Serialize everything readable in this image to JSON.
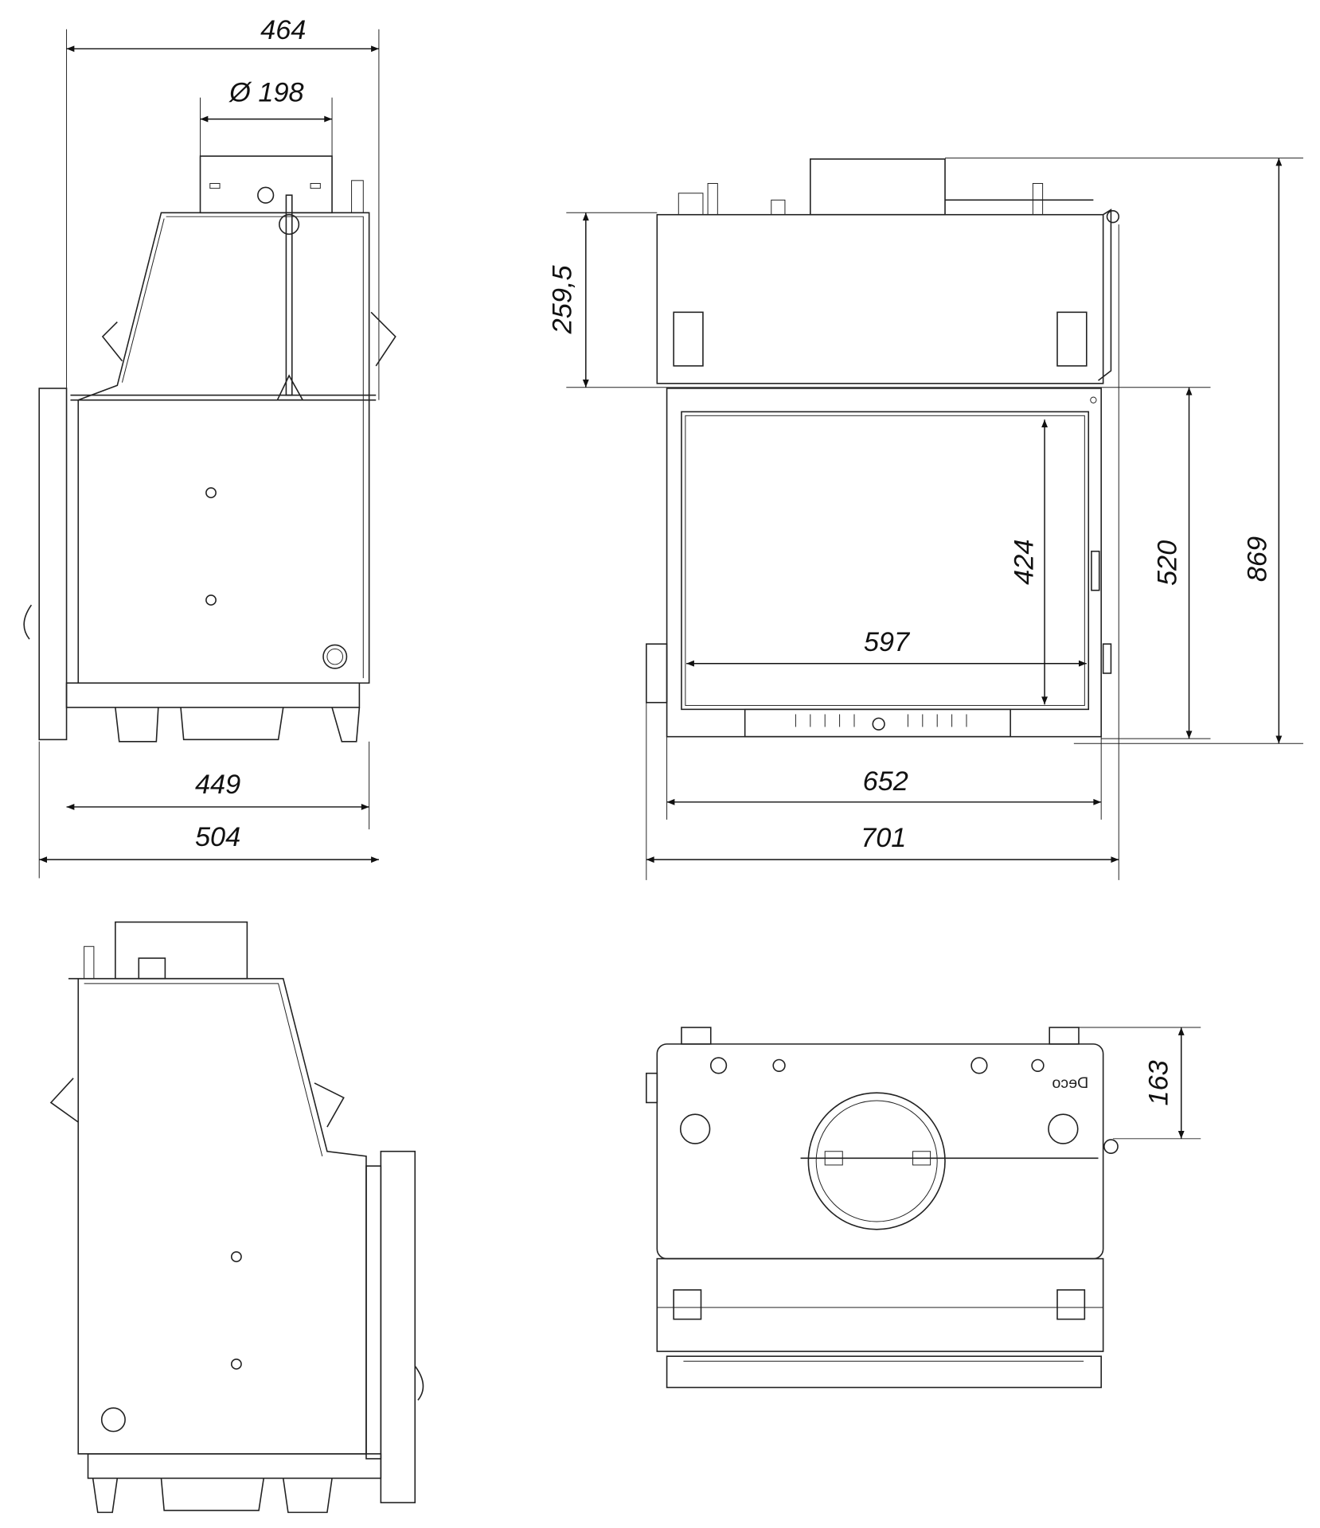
{
  "drawing": {
    "side_view": {
      "dim_top_width": "464",
      "dim_flue_diameter": "Ø 198",
      "dim_inner_depth": "449",
      "dim_total_depth": "504"
    },
    "front_view": {
      "dim_top_section_height": "259,5",
      "dim_glass_height": "424",
      "dim_glass_width": "597",
      "dim_door_height": "520",
      "dim_total_height": "869",
      "dim_door_width": "652",
      "dim_total_width": "701"
    },
    "top_view": {
      "dim_flue_offset": "163",
      "logo_text": "Deco"
    }
  }
}
